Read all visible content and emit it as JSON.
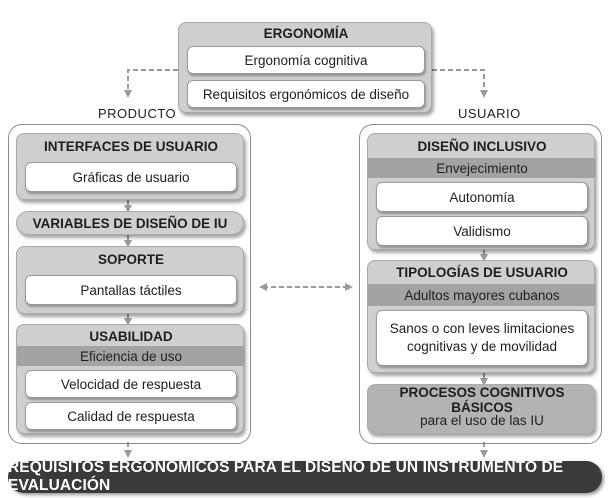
{
  "top": {
    "title": "ERGONOMÍA",
    "item1": "Ergonomía cognitiva",
    "item2": "Requisitos ergonómicos de diseño"
  },
  "left": {
    "label": "PRODUCTO",
    "interfaces": {
      "title": "INTERFACES DE USUARIO",
      "item": "Gráficas de usuario"
    },
    "variables": "VARIABLES DE DISEÑO DE IU",
    "soporte": {
      "title": "SOPORTE",
      "item": "Pantallas táctiles"
    },
    "usabilidad": {
      "title": "USABILIDAD",
      "subtitle": "Eficiencia de uso",
      "item1": "Velocidad de respuesta",
      "item2": "Calidad de respuesta"
    }
  },
  "right": {
    "label": "USUARIO",
    "diseno": {
      "title": "DISEÑO INCLUSIVO",
      "subtitle": "Envejecimiento",
      "item1": "Autonomía",
      "item2": "Validismo"
    },
    "tipologias": {
      "title": "TIPOLOGÍAS DE USUARIO",
      "subtitle": "Adultos mayores cubanos",
      "item_line1": "Sanos o con leves limitaciones",
      "item_line2": "cognitivas y de movilidad"
    },
    "procesos": {
      "title": "PROCESOS COGNITIVOS BÁSICOS",
      "subtitle": "para el uso de las IU"
    }
  },
  "footer": "REQUISITOS ERGONÓMICOS PARA EL DISEÑO DE UN INSTRUMENTO DE EVALUACIÓN",
  "colors": {
    "panel": "#cfcfcf",
    "panel_dark": "#a3a3a3",
    "footer": "#3a3a3a",
    "arrow": "#9a9a9a"
  }
}
